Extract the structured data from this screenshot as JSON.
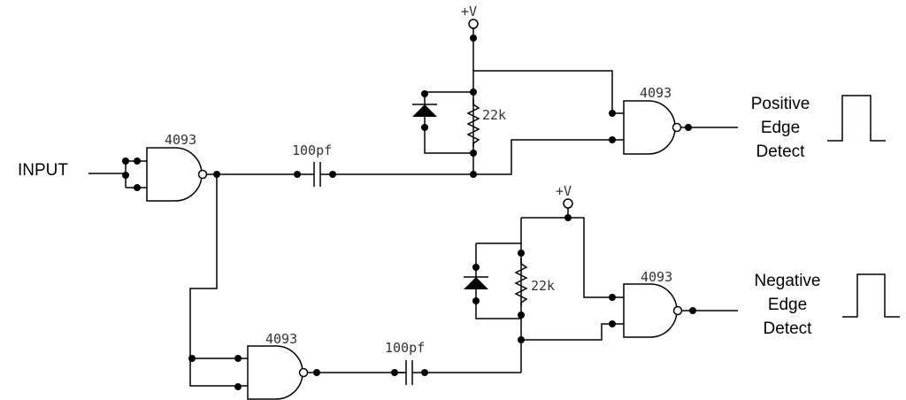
{
  "labels": {
    "input": "INPUT",
    "chip": "4093",
    "capacitor": "100pf",
    "resistor": "22k",
    "supply": "+V"
  },
  "outputs": {
    "positive": [
      "Positive",
      "Edge",
      "Detect"
    ],
    "negative": [
      "Negative",
      "Edge",
      "Detect"
    ]
  }
}
